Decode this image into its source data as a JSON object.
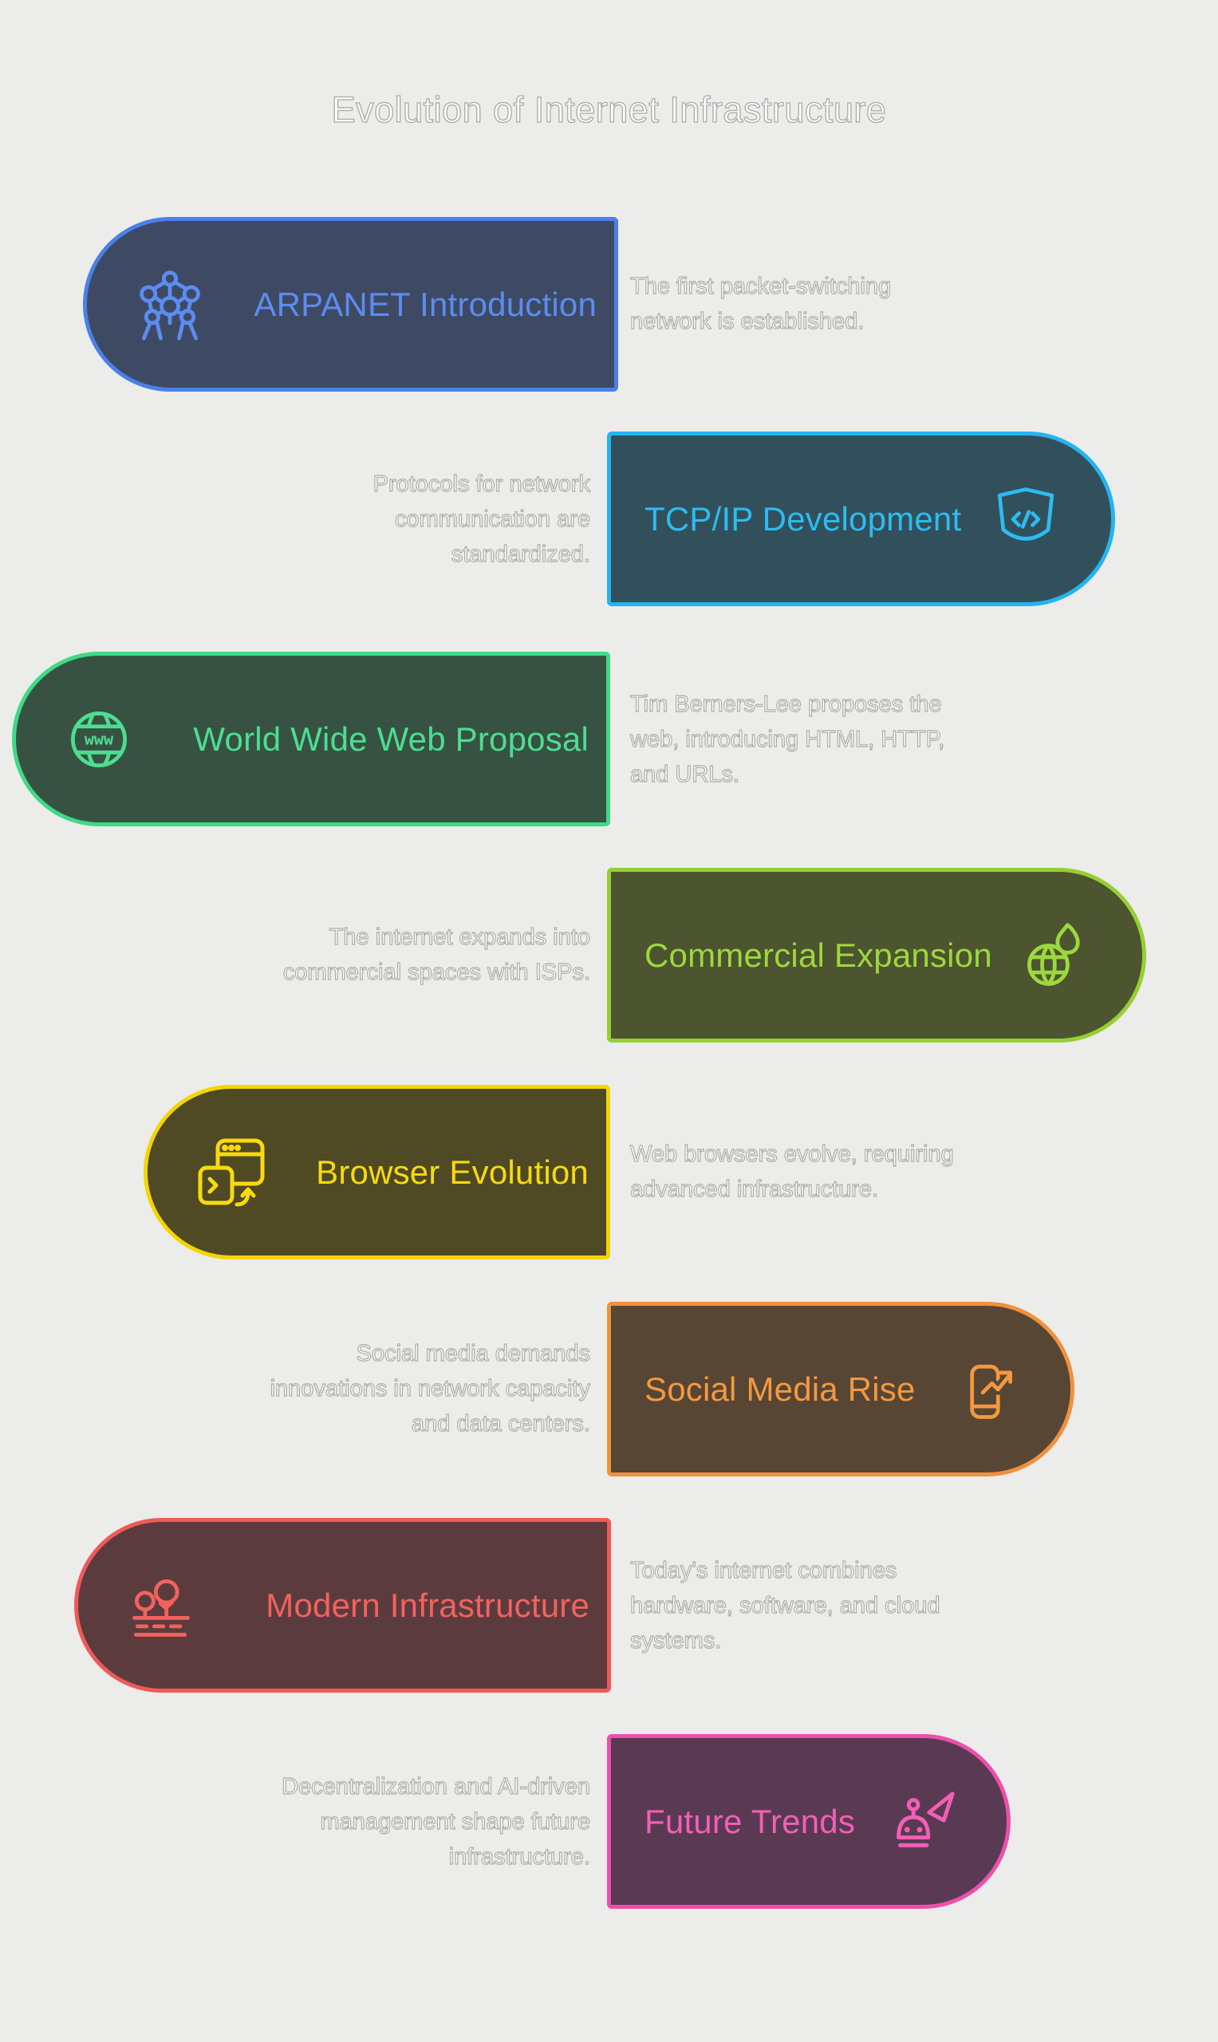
{
  "page": {
    "title": "Evolution of Internet Infrastructure",
    "background": "#ECECEA"
  },
  "milestones": [
    {
      "side": "left",
      "title": "ARPANET Introduction",
      "description": "The first packet-switching\nnetwork is established.",
      "icon": "network-nodes-icon",
      "colors": {
        "background": "#3E4A64",
        "border": "#4A80EA",
        "text": "#5C8CF0"
      }
    },
    {
      "side": "right",
      "title": "TCP/IP Development",
      "description": "Protocols for network\ncommunication are\nstandardized.",
      "icon": "code-shield-icon",
      "colors": {
        "background": "#32505B",
        "border": "#24B4F0",
        "text": "#2BBCF2"
      }
    },
    {
      "side": "left",
      "title": "World Wide Web Proposal",
      "description": "Tim Berners-Lee proposes the\nweb, introducing HTML, HTTP,\nand URLs.",
      "icon": "www-globe-icon",
      "colors": {
        "background": "#375243",
        "border": "#3EDA85",
        "text": "#4CDE90"
      }
    },
    {
      "side": "right",
      "title": "Commercial Expansion",
      "description": "The internet expands into\ncommercial spaces with ISPs.",
      "icon": "globe-flame-icon",
      "colors": {
        "background": "#4C5430",
        "border": "#95CF33",
        "text": "#9DD83D"
      }
    },
    {
      "side": "left",
      "title": "Browser Evolution",
      "description": "Web browsers evolve, requiring\nadvanced infrastructure.",
      "icon": "browser-terminal-icon",
      "colors": {
        "background": "#4F4A24",
        "border": "#F4D503",
        "text": "#F8DA0E"
      }
    },
    {
      "side": "right",
      "title": "Social Media Rise",
      "description": "Social media demands\ninnovations in network capacity\nand data centers.",
      "icon": "phone-growth-icon",
      "colors": {
        "background": "#584634",
        "border": "#F0913C",
        "text": "#F4993F"
      }
    },
    {
      "side": "left",
      "title": "Modern Infrastructure",
      "description": "Today's internet combines\nhardware, software, and cloud\nsystems.",
      "icon": "trees-infrastructure-icon",
      "colors": {
        "background": "#5C3B3F",
        "border": "#EF5A57",
        "text": "#F2625E"
      }
    },
    {
      "side": "right",
      "title": "Future Trends",
      "description": "Decentralization and AI-driven\nmanagement shape future\ninfrastructure.",
      "icon": "robot-cursor-icon",
      "colors": {
        "background": "#5A3A52",
        "border": "#EC4FAC",
        "text": "#F15FB6"
      }
    }
  ]
}
